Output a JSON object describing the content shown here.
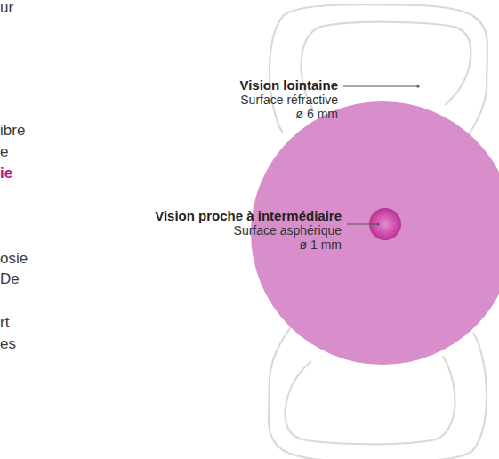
{
  "diagram": {
    "labels": [
      "ur",
      "ibre",
      "e",
      "ie",
      "Vision lointaine",
      "Surface réfractive",
      "ø 6 mm",
      "Vision proche à intermédiaire",
      "Surface asphérique",
      "ø 1 mm",
      "osie",
      "De",
      "rt",
      "es"
    ]
  }
}
